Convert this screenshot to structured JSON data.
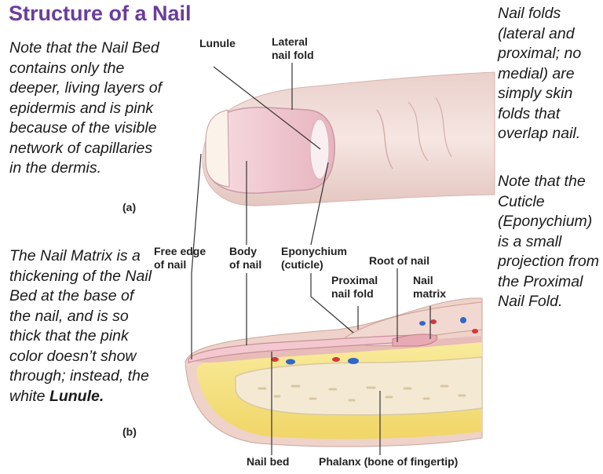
{
  "title": "Structure of a Nail",
  "notes": {
    "left_top": "Note that the Nail Bed contains only the deeper, living layers of epidermis and is pink because of the visible network of capillaries in the dermis.",
    "left_bottom_prefix": "The Nail Matrix is a thickening of the Nail Bed at the base of the nail, and is so thick that the pink color doesn’t show through; instead, the white ",
    "left_bottom_emph": "Lunule.",
    "right_top": "Nail folds (lateral and proximal; no medial) are simply skin folds that overlap nail.",
    "right_bottom": "Note that the Cuticle (Eponychium) is a small projection from the Proximal Nail Fold."
  },
  "panels": {
    "a": "(a)",
    "b": "(b)"
  },
  "labels": {
    "lunule": "Lunule",
    "lateral_fold_1": "Lateral",
    "lateral_fold_2": "nail fold",
    "free_edge_1": "Free edge",
    "free_edge_2": "of nail",
    "body_1": "Body",
    "body_2": "of nail",
    "eponychium_1": "Eponychium",
    "eponychium_2": "(cuticle)",
    "root": "Root of nail",
    "proximal_1": "Proximal",
    "proximal_2": "nail fold",
    "matrix_1": "Nail",
    "matrix_2": "matrix",
    "nail_bed": "Nail bed",
    "phalanx": "Phalanx (bone of fingertip)"
  },
  "colors": {
    "title": "#6a3d9a",
    "skin": "#f1dcd8",
    "nail": "#f6d9de",
    "fat": "#f6e48a",
    "bone": "#f4ead4",
    "vessel_red": "#d23838",
    "vessel_blue": "#3068c8"
  }
}
